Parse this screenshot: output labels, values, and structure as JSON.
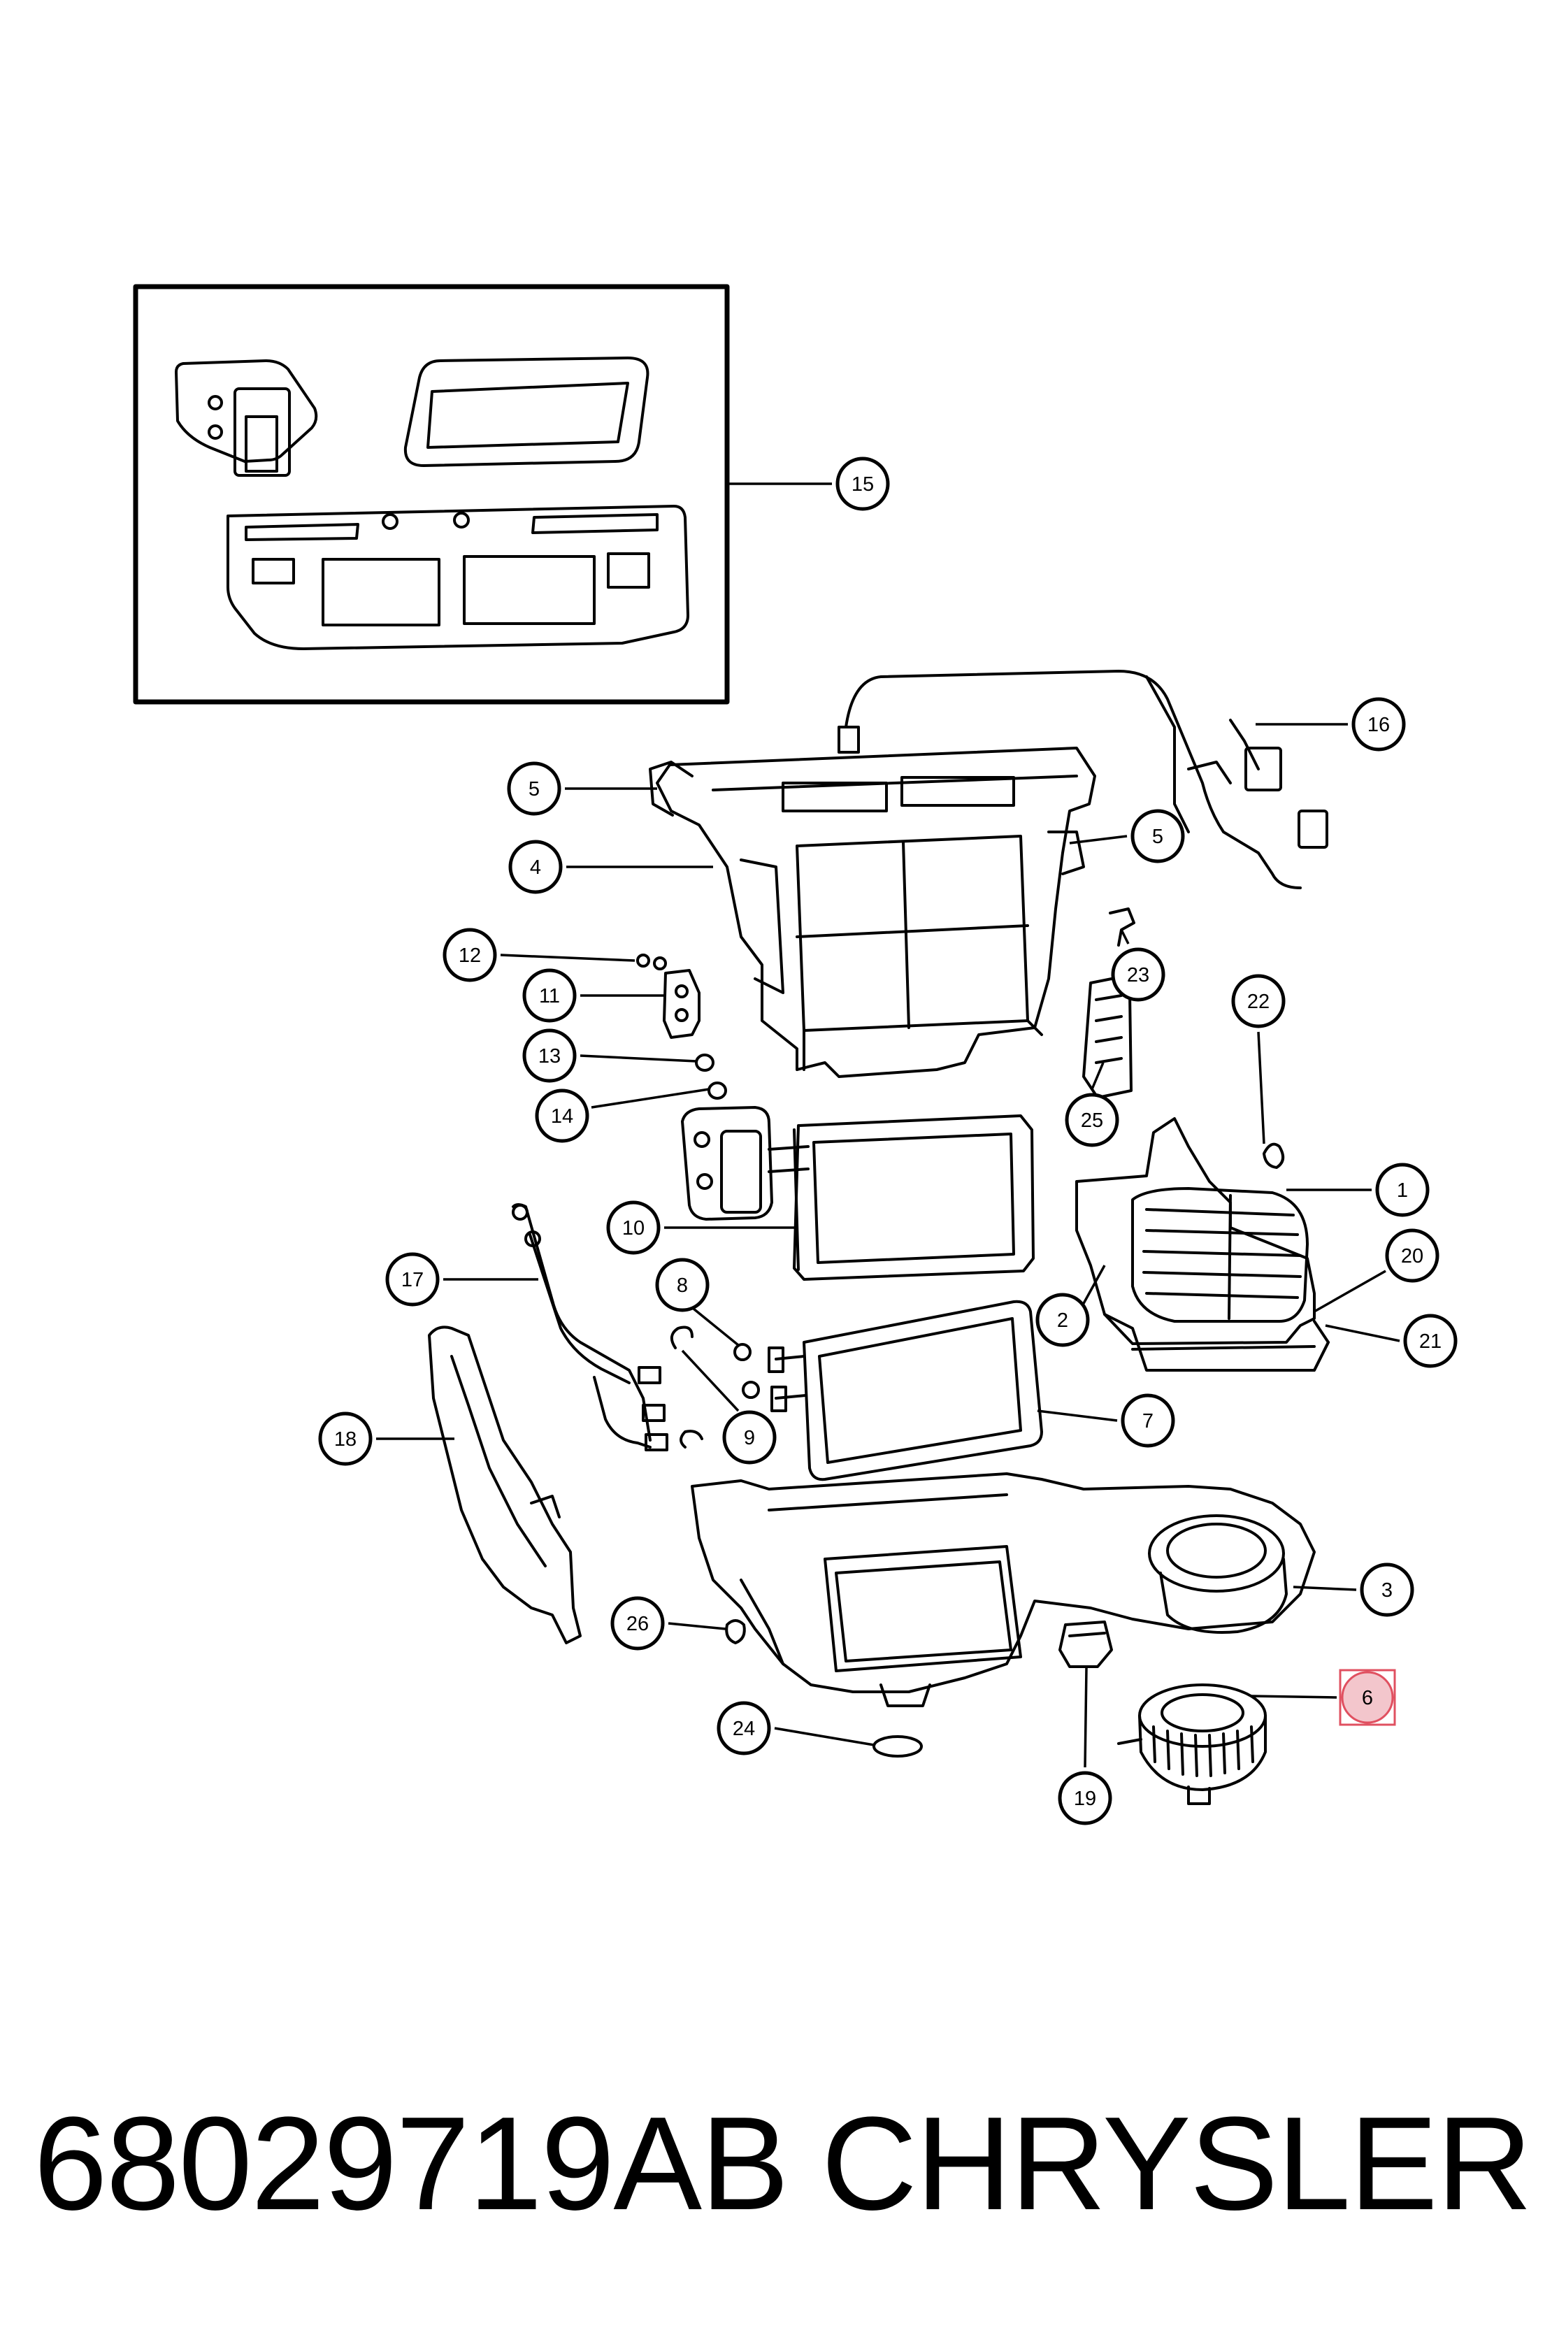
{
  "callouts": [
    {
      "label": "1"
    },
    {
      "label": "2"
    },
    {
      "label": "3"
    },
    {
      "label": "4"
    },
    {
      "label": "5"
    },
    {
      "label": "5"
    },
    {
      "label": "6",
      "highlighted": true
    },
    {
      "label": "7"
    },
    {
      "label": "8"
    },
    {
      "label": "9"
    },
    {
      "label": "10"
    },
    {
      "label": "11"
    },
    {
      "label": "12"
    },
    {
      "label": "13"
    },
    {
      "label": "14"
    },
    {
      "label": "15"
    },
    {
      "label": "16"
    },
    {
      "label": "17"
    },
    {
      "label": "18"
    },
    {
      "label": "19"
    },
    {
      "label": "20"
    },
    {
      "label": "21"
    },
    {
      "label": "22"
    },
    {
      "label": "23"
    },
    {
      "label": "24"
    },
    {
      "label": "25"
    },
    {
      "label": "26"
    }
  ],
  "highlight_color": "#e05060",
  "highlight_fill": "#f3c6cc",
  "footer": {
    "part_number": "68029719AB",
    "brand": "CHRYSLER"
  }
}
